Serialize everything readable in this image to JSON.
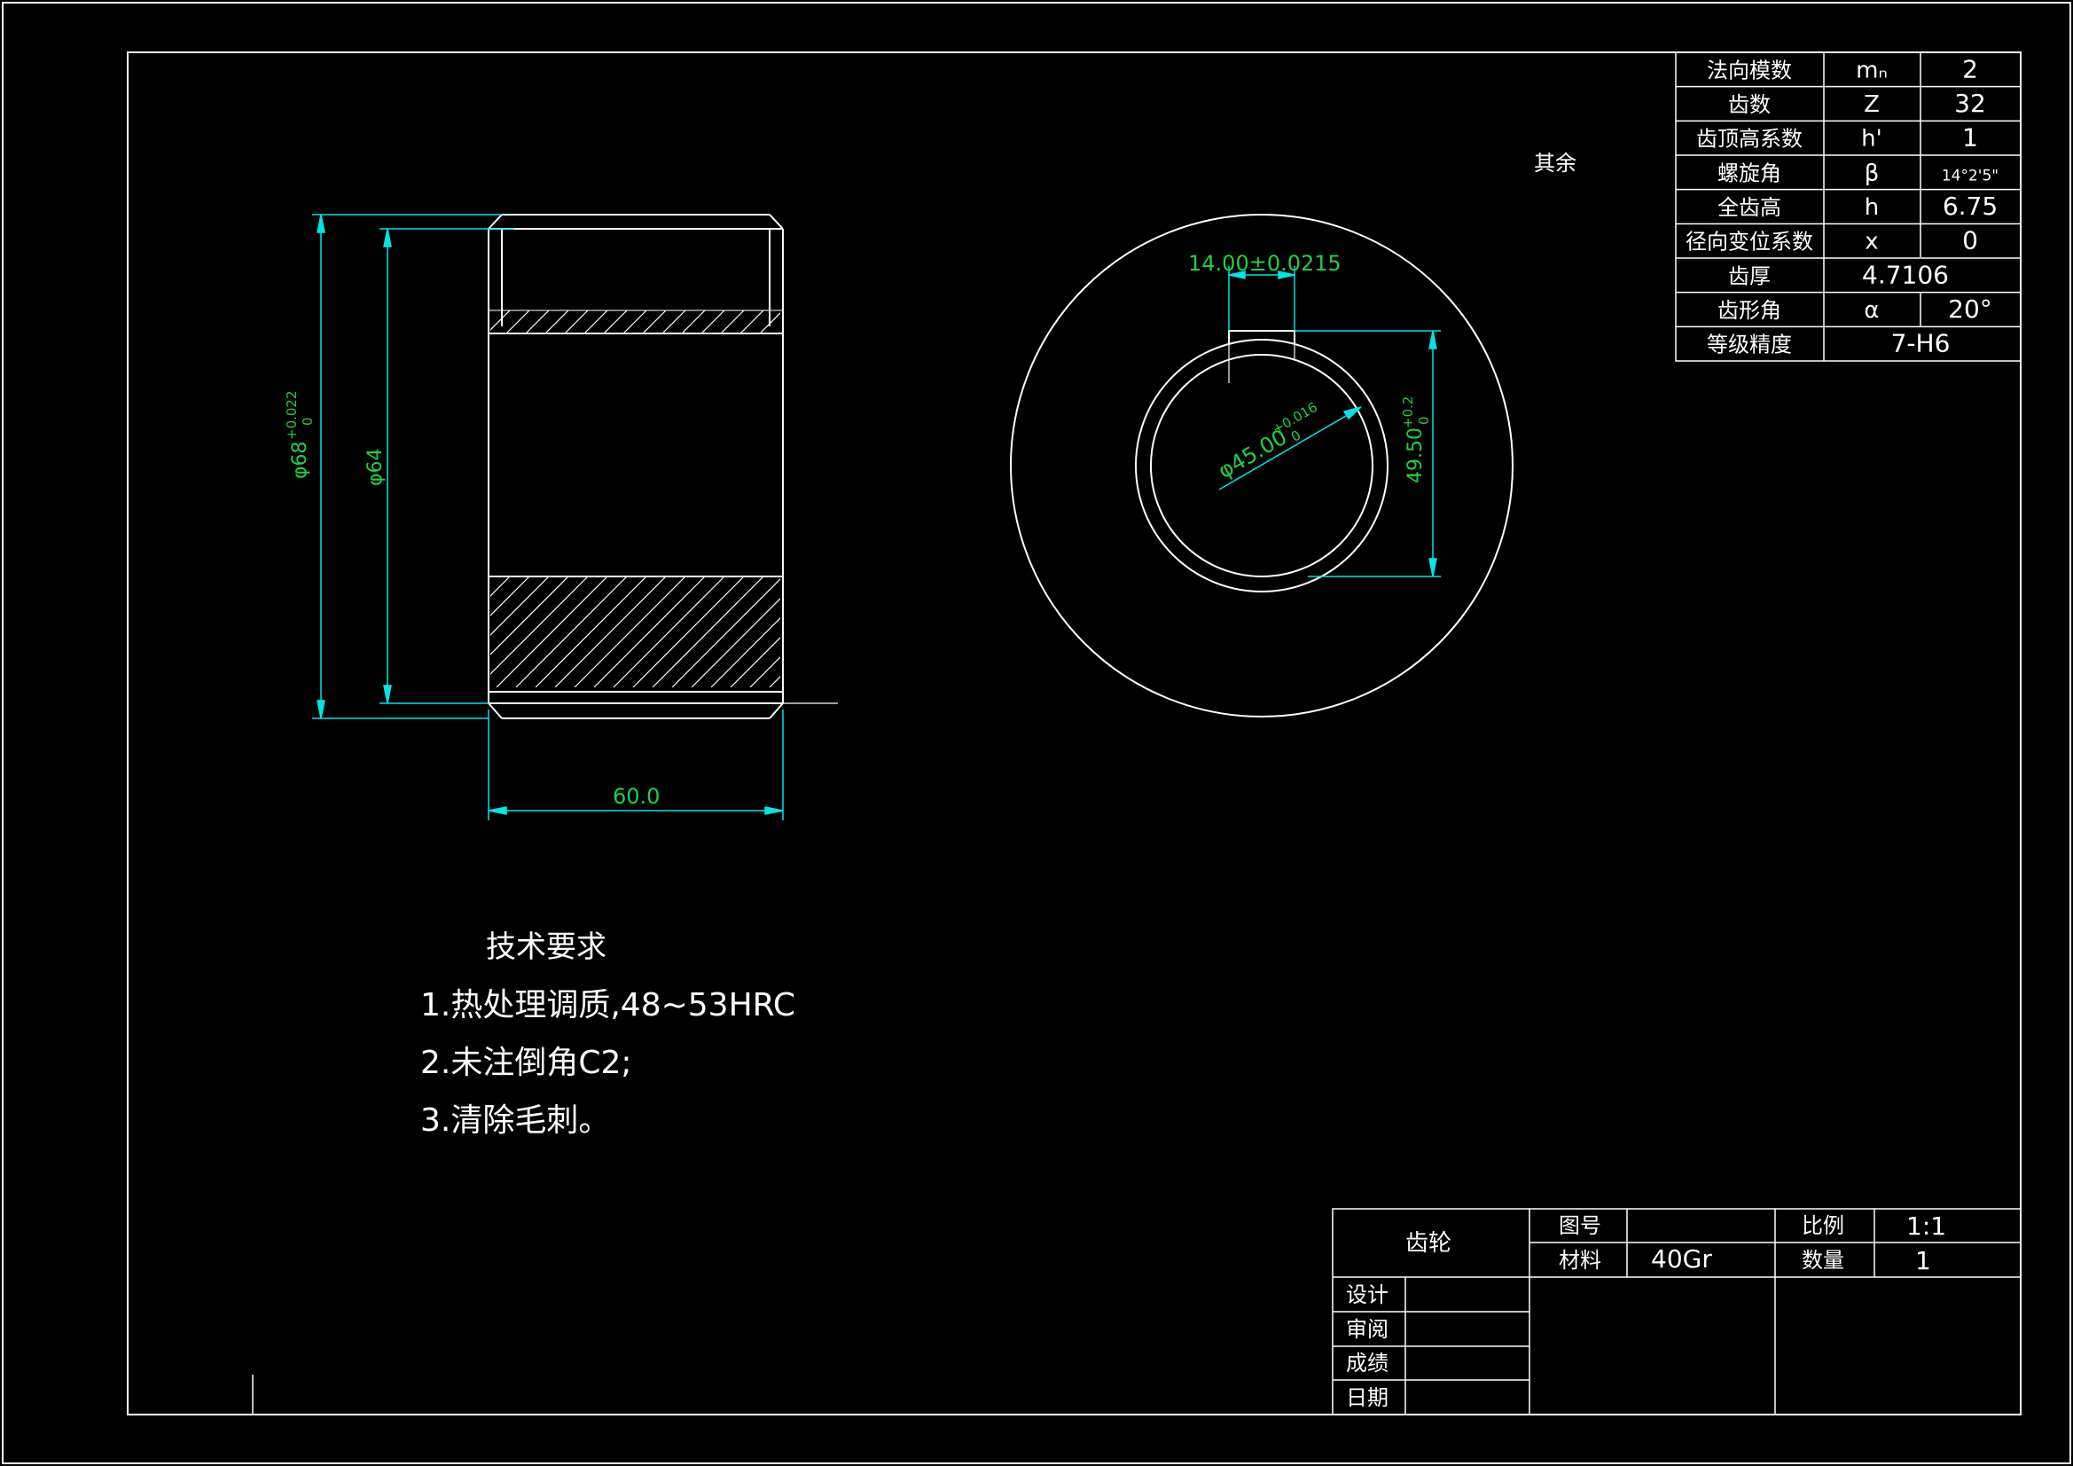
{
  "drawing": {
    "colors": {
      "background": "#000000",
      "line": "#ffffff",
      "dimension": "#00e5e5",
      "dimension_text": "#20d040",
      "hatch": "#ffffff"
    },
    "roughness_note": "其余",
    "section_view": {
      "dim_outer_diameter": "φ68",
      "dim_outer_tol_upper": "+0.022",
      "dim_outer_tol_lower": "0",
      "dim_inner_diameter": "φ64",
      "dim_length": "60.0"
    },
    "end_view": {
      "dim_keyway_width": "14.00±0.0215",
      "dim_bore": "φ45.00",
      "dim_bore_tol_upper": "+0.016",
      "dim_bore_tol_lower": "0",
      "dim_keyway_depth": "49.50",
      "dim_depth_tol_upper": "+0.2",
      "dim_depth_tol_lower": "0"
    },
    "gear_params": [
      {
        "name": "法向模数",
        "symbol": "mₙ",
        "value": "2"
      },
      {
        "name": "齿数",
        "symbol": "Z",
        "value": "32"
      },
      {
        "name": "齿顶高系数",
        "symbol": "h'",
        "value": "1"
      },
      {
        "name": "螺旋角",
        "symbol": "β",
        "value": "14°2'5\""
      },
      {
        "name": "全齿高",
        "symbol": "h",
        "value": "6.75"
      },
      {
        "name": "径向变位系数",
        "symbol": "x",
        "value": "0"
      },
      {
        "name": "齿厚",
        "symbol": "",
        "value": "4.7106"
      },
      {
        "name": "齿形角",
        "symbol": "α",
        "value": "20°"
      },
      {
        "name": "等级精度",
        "symbol": "",
        "value": "7-H6"
      }
    ],
    "tech_requirements": {
      "title": "技术要求",
      "items": [
        "1.热处理调质,48~53HRC",
        "2.未注倒角C2;",
        "3.清除毛刺。"
      ]
    },
    "title_block": {
      "part_name": "齿轮",
      "drawing_no_label": "图号",
      "drawing_no_value": "",
      "material_label": "材料",
      "material_value": "40Gr",
      "scale_label": "比例",
      "scale_value": "1:1",
      "quantity_label": "数量",
      "quantity_value": "1",
      "design_label": "设计",
      "review_label": "审阅",
      "grade_label": "成绩",
      "date_label": "日期"
    }
  }
}
